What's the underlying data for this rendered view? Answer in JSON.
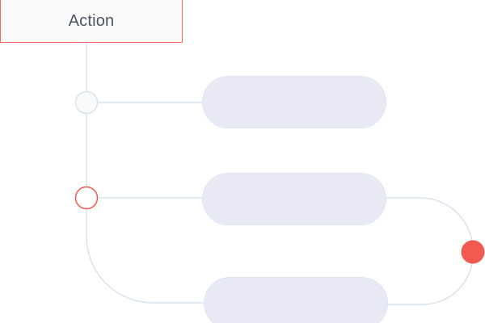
{
  "diagram": {
    "action_node": {
      "label": "Action"
    },
    "branch_nodes": [
      {
        "label": ""
      },
      {
        "label": ""
      },
      {
        "label": ""
      }
    ],
    "branch_points": [
      {
        "state": "inactive"
      },
      {
        "state": "active"
      }
    ],
    "end_marker": {
      "state": "active"
    },
    "colors": {
      "accent": "#f25a4f",
      "connector": "#d7e3ee",
      "pill_fill": "#e9e9f6",
      "pill_border": "#dde6f1",
      "box_border": "#f06a5e",
      "text": "#4b5563"
    }
  }
}
